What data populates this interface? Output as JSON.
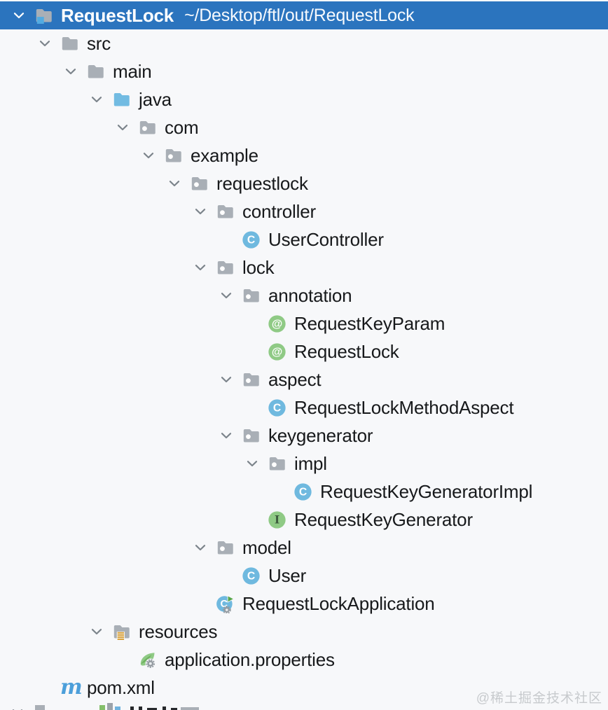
{
  "colors": {
    "background": "#F7F8FA",
    "header_bg": "#2B74BE",
    "header_text": "#FFFFFF",
    "tree_text": "#17191B",
    "chevron_gray": "#7C848B",
    "folder_gray": "#A9AFB6",
    "folder_java_blue": "#72BBE2",
    "class_blue": "#6FB9DF",
    "green": "#8FCA85",
    "interface_letter_dark": "#3E5C3E",
    "resources_bars_gold": "#D9A23C",
    "maven_blue": "#4C9FDA",
    "gear_gray": "#949BA1",
    "run_triangle_green": "#57A64A",
    "project_square_blue": "#52ABE1",
    "spring_leaf_dark": "#6FB25F",
    "watermark_gray": "#C7CACD"
  },
  "icon_glyphs": {
    "class": "C",
    "annotation": "@",
    "interface": "I",
    "maven": "m"
  },
  "header": {
    "project_name": "RequestLock",
    "project_path": "~/Desktop/ftl/out/RequestLock",
    "expanded": true
  },
  "tree": {
    "items": [
      {
        "label": "src",
        "depth": 1,
        "icon": "folder",
        "expandable": true,
        "expanded": true
      },
      {
        "label": "main",
        "depth": 2,
        "icon": "folder",
        "expandable": true,
        "expanded": true
      },
      {
        "label": "java",
        "depth": 3,
        "icon": "folder-java",
        "expandable": true,
        "expanded": true
      },
      {
        "label": "com",
        "depth": 4,
        "icon": "package",
        "expandable": true,
        "expanded": true
      },
      {
        "label": "example",
        "depth": 5,
        "icon": "package",
        "expandable": true,
        "expanded": true
      },
      {
        "label": "requestlock",
        "depth": 6,
        "icon": "package",
        "expandable": true,
        "expanded": true
      },
      {
        "label": "controller",
        "depth": 7,
        "icon": "package",
        "expandable": true,
        "expanded": true
      },
      {
        "label": "UserController",
        "depth": 8,
        "icon": "class",
        "expandable": false
      },
      {
        "label": "lock",
        "depth": 7,
        "icon": "package",
        "expandable": true,
        "expanded": true
      },
      {
        "label": "annotation",
        "depth": 8,
        "icon": "package",
        "expandable": true,
        "expanded": true
      },
      {
        "label": "RequestKeyParam",
        "depth": 9,
        "icon": "annotation",
        "expandable": false
      },
      {
        "label": "RequestLock",
        "depth": 9,
        "icon": "annotation",
        "expandable": false
      },
      {
        "label": "aspect",
        "depth": 8,
        "icon": "package",
        "expandable": true,
        "expanded": true
      },
      {
        "label": "RequestLockMethodAspect",
        "depth": 9,
        "icon": "class",
        "expandable": false
      },
      {
        "label": "keygenerator",
        "depth": 8,
        "icon": "package",
        "expandable": true,
        "expanded": true
      },
      {
        "label": "impl",
        "depth": 9,
        "icon": "package",
        "expandable": true,
        "expanded": true
      },
      {
        "label": "RequestKeyGeneratorImpl",
        "depth": 10,
        "icon": "class",
        "expandable": false
      },
      {
        "label": "RequestKeyGenerator",
        "depth": 9,
        "icon": "interface",
        "expandable": false
      },
      {
        "label": "model",
        "depth": 7,
        "icon": "package",
        "expandable": true,
        "expanded": true
      },
      {
        "label": "User",
        "depth": 8,
        "icon": "class",
        "expandable": false
      },
      {
        "label": "RequestLockApplication",
        "depth": 7,
        "icon": "class-springboot-run",
        "expandable": false
      },
      {
        "label": "resources",
        "depth": 3,
        "icon": "folder-resources",
        "expandable": true,
        "expanded": true
      },
      {
        "label": "application.properties",
        "depth": 4,
        "icon": "spring-config",
        "expandable": false
      },
      {
        "label": "pom.xml",
        "depth": 1,
        "icon": "maven",
        "expandable": false
      }
    ]
  },
  "bottom_partial_row": {
    "visible": true,
    "legible": false
  },
  "watermark": {
    "text": "@稀土掘金技术社区"
  }
}
